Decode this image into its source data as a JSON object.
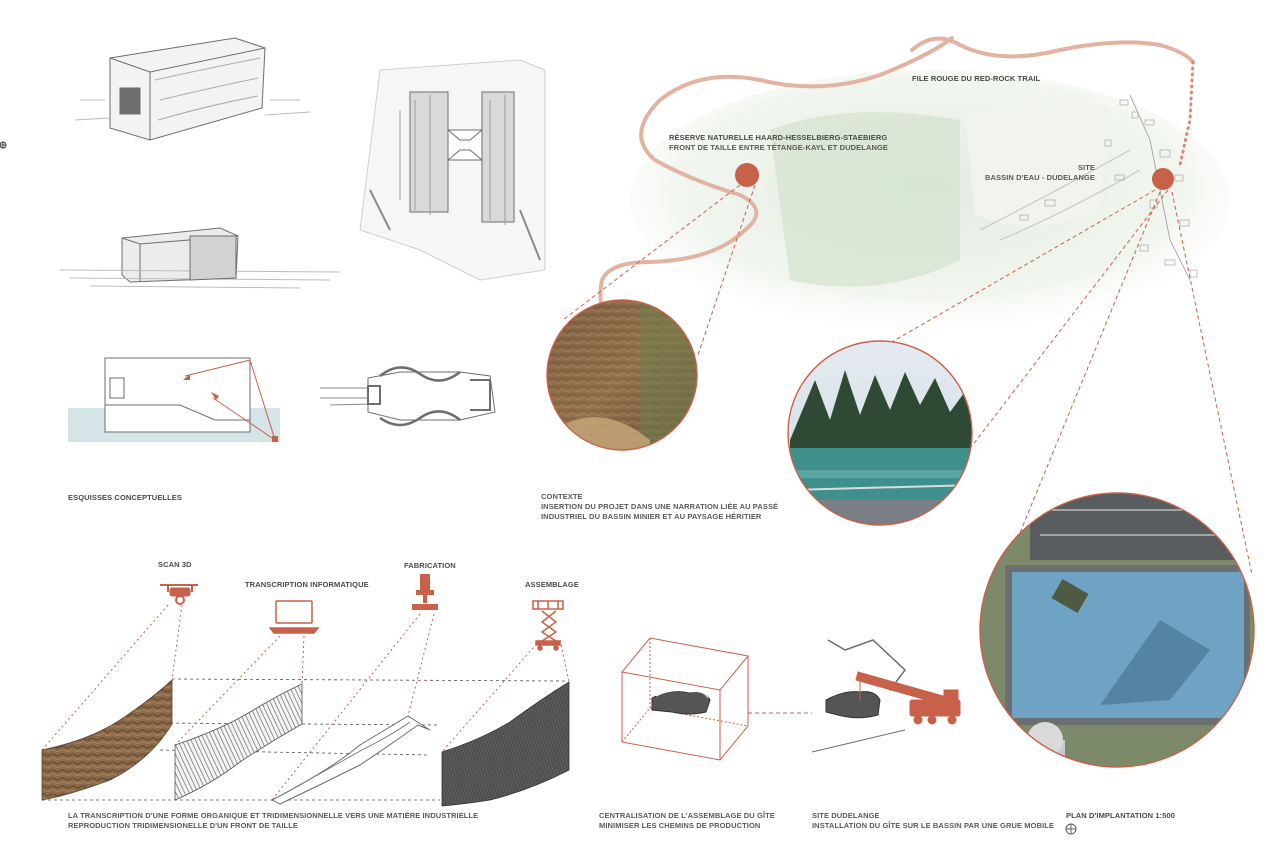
{
  "colors": {
    "accent": "#c8614a",
    "trail": "#e2b2a3",
    "sketch": "#6e6e6e",
    "text": "#4a4a4a",
    "forest": "#d7e6d4",
    "water": "#5f9fb8"
  },
  "map": {
    "trail_label": "FILE ROUGE DU RED-ROCK TRAIL",
    "reserve_label": "RÉSERVE NATURELLE HAARD-HESSELBIERG-STAEBIERG",
    "reserve_sublabel": "FRONT DE TAILLE ENTRE TÉTANGE-KAYL ET DUDELANGE",
    "site_label": "SITE",
    "site_sublabel": "BASSIN  D'EAU - DUDELANGE"
  },
  "sections": {
    "sketches_title": "ESQUISSES CONCEPTUELLES",
    "context_title": "CONTEXTE",
    "context_line1": "INSERTION DU PROJET DANS UNE NARRATION LIÉE AU PASSÉ",
    "context_line2": "INDUSTRIEL DU BASSIN MINIER ET AU PAYSAGE HÉRITIER"
  },
  "process": {
    "scan": "SCAN 3D",
    "transcription": "TRANSCRIPTION INFORMATIQUE",
    "fabrication": "FABRICATION",
    "assembly": "ASSEMBLAGE",
    "caption_line1": "LA TRANSCRIPTION D'UNE FORME ORGANIQUE ET TRIDIMENSIONNELLE VERS UNE MATIÈRE INDUSTRIELLE",
    "caption_line2": "REPRODUCTION TRIDIMENSIONELLE D'UN FRONT DE TAILLE"
  },
  "bottom": {
    "central_line1": "CENTRALISATION DE L'ASSEMBLAGE DU GÎTE",
    "central_line2": "MINIMISER LES CHEMINS DE PRODUCTION",
    "site_line1": "SITE DUDELANGE",
    "site_line2": "INSTALLATION DU GÎTE SUR LE BASSIN PAR UNE GRUE MOBILE",
    "plan_label": "PLAN D'IMPLANTATION 1:500"
  }
}
